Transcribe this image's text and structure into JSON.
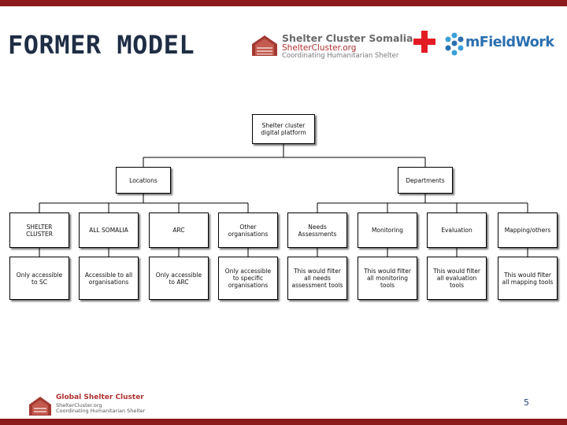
{
  "colors": {
    "bar": "#8b1a1a",
    "title": "#1f2d44",
    "accent_red": "#e31b23",
    "mfieldwork_blue": "#2a6fb0",
    "page_number": "#1f3d73"
  },
  "header": {
    "title": "FORMER MODEL",
    "shelter_logo": {
      "line1": "Shelter Cluster Somalia",
      "line2": "ShelterCluster.org",
      "line3": "Coordinating Humanitarian Shelter"
    },
    "plus_icon": "plus-icon",
    "mfieldwork_logo": {
      "text": "mFieldWork"
    }
  },
  "diagram": {
    "root": "Shelter cluster digital platform",
    "branches": {
      "left": "Locations",
      "right": "Departments"
    },
    "level2": [
      "SHELTER CLUSTER",
      "ALL SOMALIA",
      "ARC",
      "Other organisations",
      "Needs Assessments",
      "Monitoring",
      "Evaluation",
      "Mapping/others"
    ],
    "level3": [
      "Only accessible to SC",
      "Accessible to all organisations",
      "Only accessible to ARC",
      "Only accessible to specific organisations",
      "This would filter all needs assessment tools",
      "This would filter all monitoring tools",
      "This would filter all evaluation tools",
      "This would filter all mapping tools"
    ]
  },
  "footer": {
    "logo": {
      "line1": "Global Shelter Cluster",
      "line2": "ShelterCluster.org",
      "line3": "Coordinating Humanitarian Shelter"
    },
    "page_number": "5"
  }
}
